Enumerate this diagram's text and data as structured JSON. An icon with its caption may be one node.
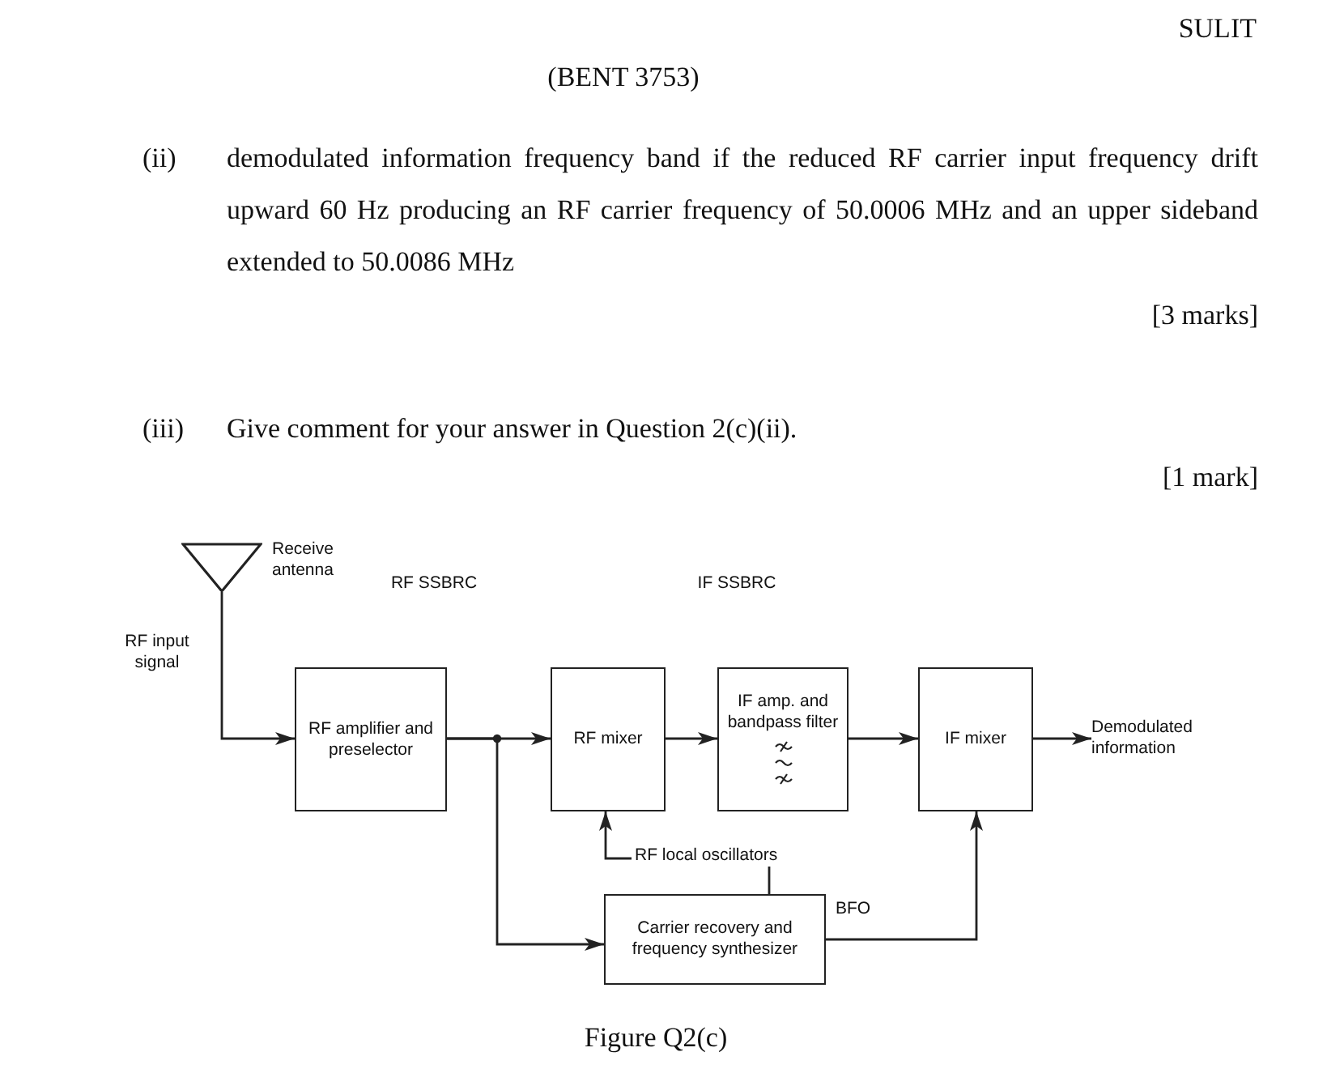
{
  "diagram": {
    "caption": "Figure Q2(c)",
    "nodes": [
      {
        "text": [],
        "shape": "antenna",
        "beside": [
          "Receive antenna"
        ]
      },
      {
        "text": [
          "RF amplifier and preselector"
        ]
      },
      {
        "text": [
          "RF mixer"
        ]
      },
      {
        "text": [
          "IF amp. and bandpass filter"
        ]
      },
      {
        "text": [
          "IF mixer"
        ]
      },
      {
        "text": [
          "Demodulated information"
        ]
      },
      {
        "text": [
          "Carrier recovery and frequency synthesizer"
        ]
      }
    ],
    "edges": [
      {
        "from": 0,
        "to": 1,
        "arrow": "to"
      },
      {
        "from": 1,
        "to": 2,
        "arrow": "to"
      },
      {
        "from": 1,
        "to": 6,
        "arrow": "to"
      },
      {
        "from": 2,
        "to": 3,
        "arrow": "to"
      },
      {
        "from": 3,
        "to": 4,
        "arrow": "to"
      },
      {
        "from": 4,
        "to": 5,
        "arrow": "to"
      },
      {
        "from": 6,
        "to": 2,
        "arrow": "to",
        "label": "RF local oscillators"
      },
      {
        "from": 6,
        "to": 4,
        "arrow": "to",
        "label": "BFO"
      }
    ],
    "labels": [
      "SULIT",
      "(BENT 3753)",
      "(ii)",
      "demodulated information frequency band if the reduced RF carrier input frequency drift upward 60 Hz producing an RF carrier frequency of 50.0006 MHz and an upper sideband extended to 50.0086 MHz",
      "[3 marks]",
      "(iii)",
      "Give comment for your answer in Question 2(c)(ii).",
      "[1 mark]",
      "RF input signal",
      "RF SSBRC",
      "IF SSBRC"
    ]
  }
}
